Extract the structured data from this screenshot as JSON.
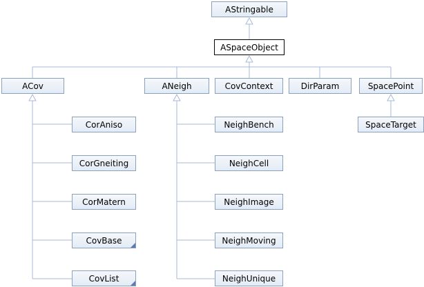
{
  "colors": {
    "edge": "#a6bad6",
    "node_border": "#8aa0c0",
    "current_border": "#000000"
  },
  "nodes": {
    "astringable": "AStringable",
    "aspaceobject": "ASpaceObject",
    "acov": "ACov",
    "aneigh": "ANeigh",
    "covcontext": "CovContext",
    "dirparam": "DirParam",
    "spacepoint": "SpacePoint",
    "coraniso": "CorAniso",
    "corgneiting": "CorGneiting",
    "cormatern": "CorMatern",
    "covbase": "CovBase",
    "covlist": "CovList",
    "neighbench": "NeighBench",
    "neighcell": "NeighCell",
    "neighimage": "NeighImage",
    "neighmoving": "NeighMoving",
    "neighunique": "NeighUnique",
    "spacetarget": "SpaceTarget"
  }
}
